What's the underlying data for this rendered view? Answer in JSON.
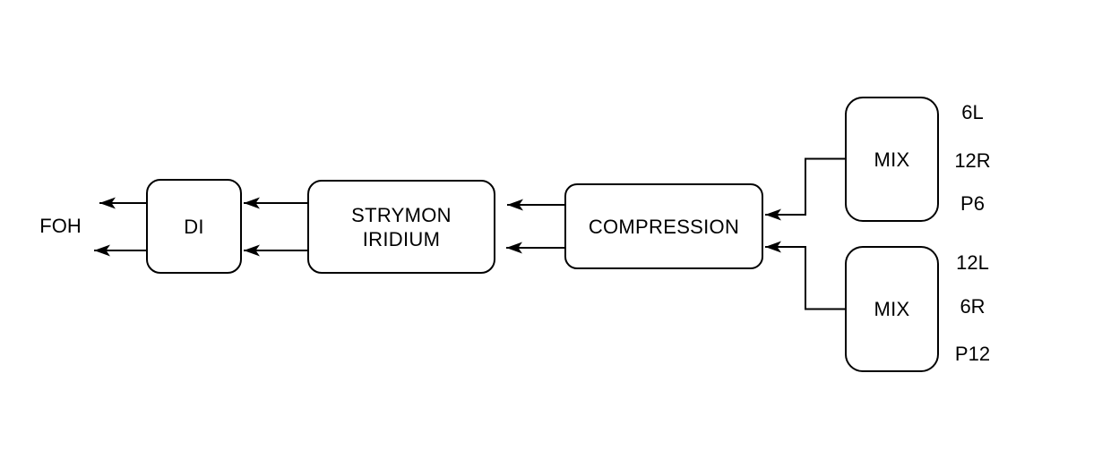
{
  "diagram": {
    "type": "signal-flow",
    "background": "#ffffff",
    "stroke": "#000000",
    "output_label": "FOH",
    "nodes": {
      "di": {
        "label": "DI"
      },
      "strymon_iridium": {
        "label": "STRYMON\nIRIDIUM"
      },
      "compression": {
        "label": "COMPRESSION"
      },
      "mix_top": {
        "label": "MIX",
        "ports": [
          "6L",
          "12R",
          "P6"
        ]
      },
      "mix_bottom": {
        "label": "MIX",
        "ports": [
          "12L",
          "6R",
          "P12"
        ]
      }
    },
    "connections": [
      {
        "from": "di",
        "to": "FOH",
        "lines": 2,
        "direction": "left"
      },
      {
        "from": "strymon_iridium",
        "to": "di",
        "lines": 2,
        "direction": "left"
      },
      {
        "from": "compression",
        "to": "strymon_iridium",
        "lines": 2,
        "direction": "left"
      },
      {
        "from": "mix_top",
        "to": "compression",
        "lines": 1,
        "direction": "left-elbow"
      },
      {
        "from": "mix_bottom",
        "to": "compression",
        "lines": 1,
        "direction": "left-elbow"
      }
    ]
  }
}
